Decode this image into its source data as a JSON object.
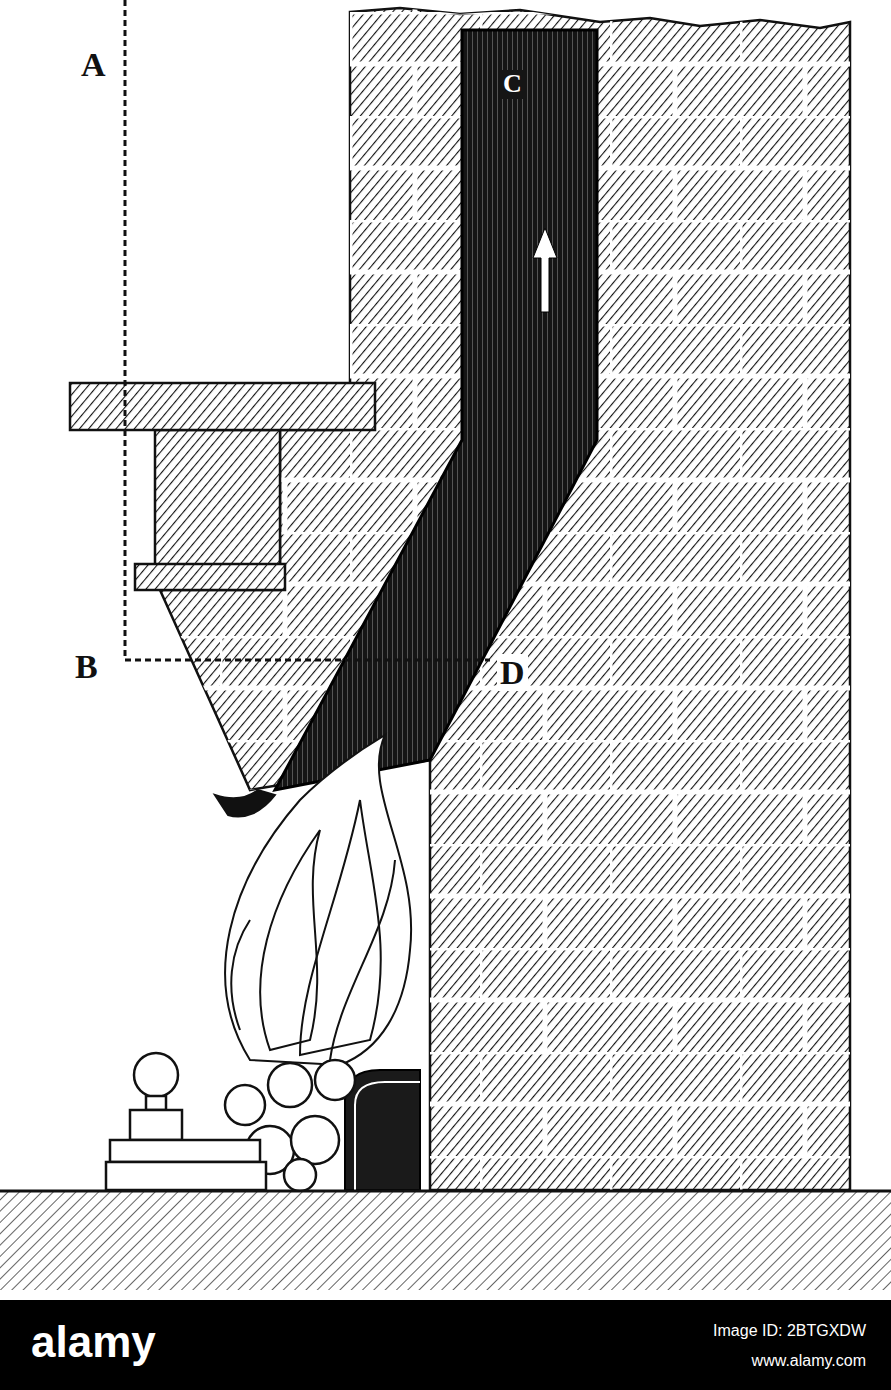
{
  "diagram": {
    "labels": [
      "A",
      "B",
      "C",
      "D",
      "alamy",
      "Image ID: 2BTGXDW",
      "www.alamy.com"
    ]
  }
}
